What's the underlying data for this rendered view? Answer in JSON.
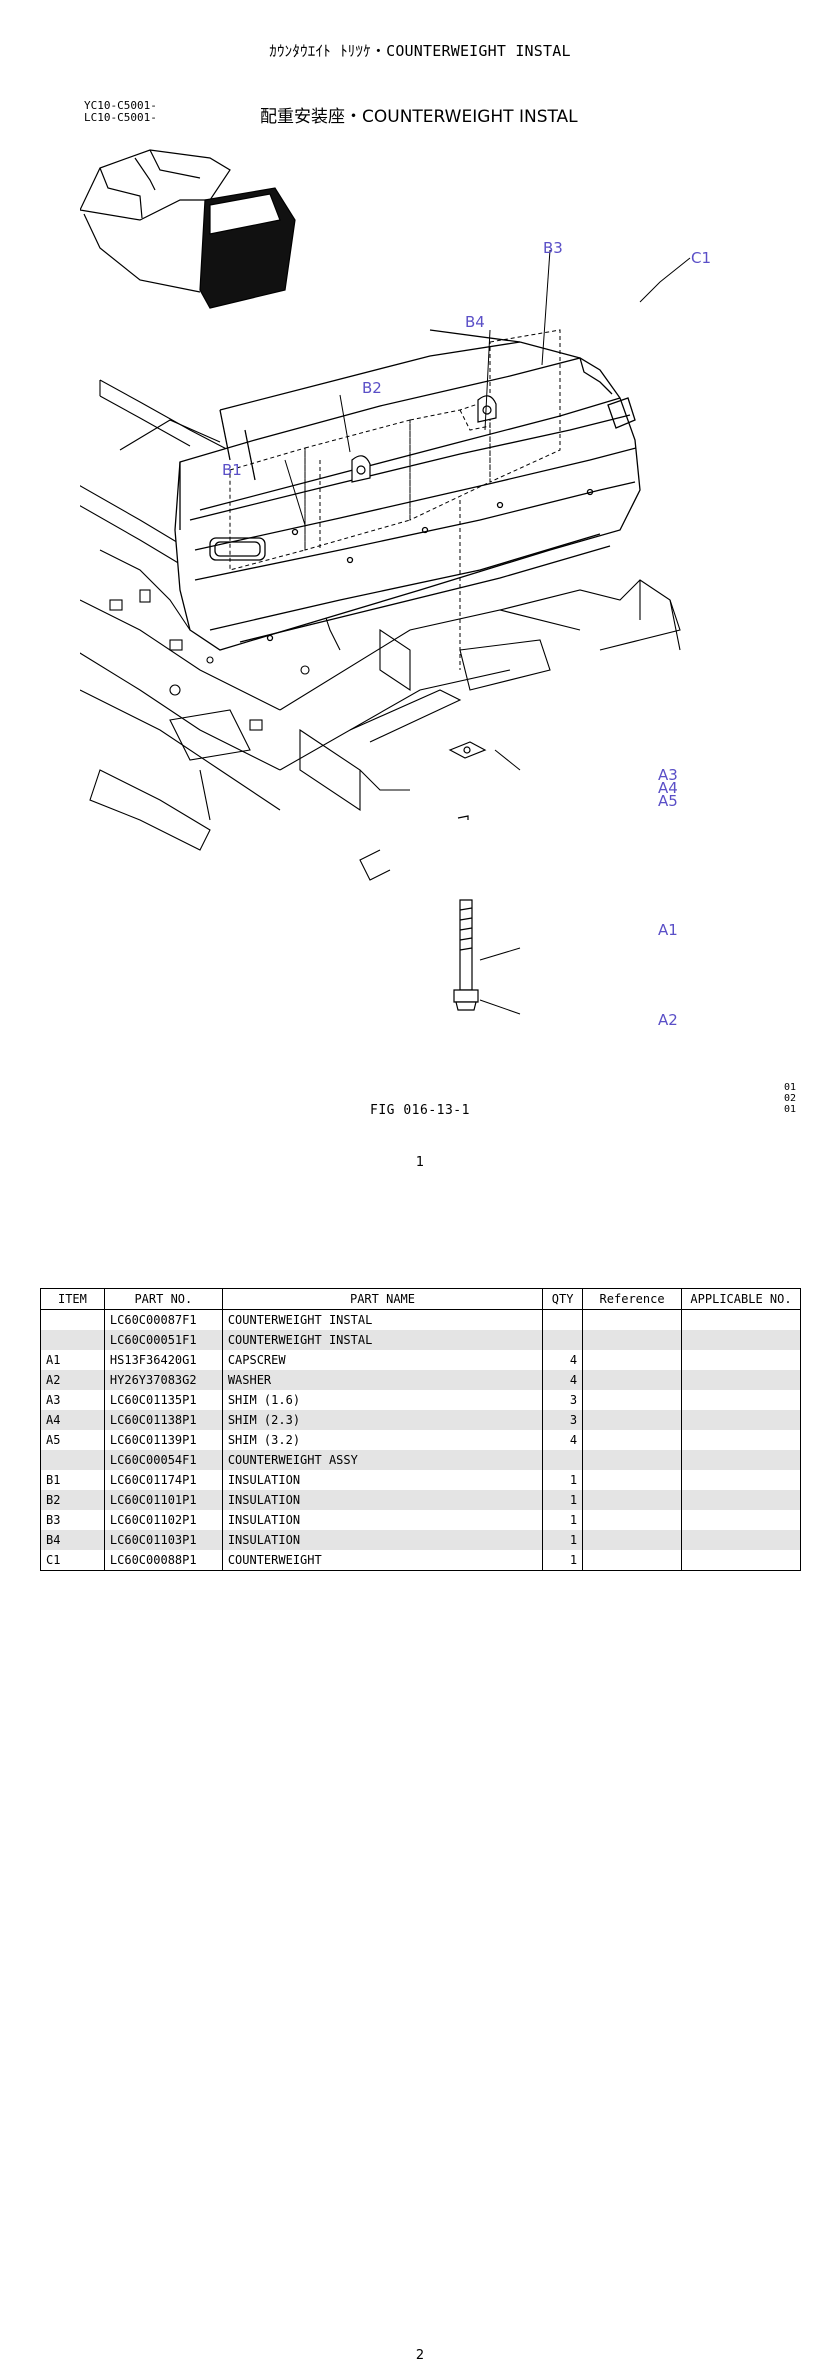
{
  "header": {
    "title": "ｶｳﾝﾀｳｴｲﾄ ﾄﾘﾂｹ・COUNTERWEIGHT INSTAL",
    "model_codes": [
      "YC10-C5001-",
      "LC10-C5001-"
    ],
    "figure_title": "配重安装座・COUNTERWEIGHT INSTAL"
  },
  "diagram": {
    "callouts": [
      "B3",
      "C1",
      "B4",
      "B2",
      "B1",
      "A3",
      "A4",
      "A5",
      "A1",
      "A2"
    ]
  },
  "figure_number": "FIG 016-13-1",
  "revision_codes": [
    "01",
    "02",
    "01"
  ],
  "page_numbers": {
    "first": "1",
    "second": "2"
  },
  "table": {
    "headers": [
      "ITEM",
      "PART NO.",
      "PART NAME",
      "QTY",
      "Reference",
      "APPLICABLE NO."
    ],
    "rows": [
      {
        "item": "",
        "part_no": "LC60C00087F1",
        "name": "COUNTERWEIGHT INSTAL",
        "qty": "",
        "ref": "",
        "applicable": ""
      },
      {
        "item": "",
        "part_no": "LC60C00051F1",
        "name": "COUNTERWEIGHT INSTAL",
        "qty": "",
        "ref": "",
        "applicable": ""
      },
      {
        "item": "A1",
        "part_no": "HS13F36420G1",
        "name": "CAPSCREW",
        "qty": "4",
        "ref": "",
        "applicable": ""
      },
      {
        "item": "A2",
        "part_no": "HY26Y37083G2",
        "name": "WASHER",
        "qty": "4",
        "ref": "",
        "applicable": ""
      },
      {
        "item": "A3",
        "part_no": "LC60C01135P1",
        "name": "SHIM (1.6)",
        "qty": "3",
        "ref": "",
        "applicable": ""
      },
      {
        "item": "A4",
        "part_no": "LC60C01138P1",
        "name": "SHIM (2.3)",
        "qty": "3",
        "ref": "",
        "applicable": ""
      },
      {
        "item": "A5",
        "part_no": "LC60C01139P1",
        "name": "SHIM (3.2)",
        "qty": "4",
        "ref": "",
        "applicable": ""
      },
      {
        "item": "",
        "part_no": "LC60C00054F1",
        "name": "COUNTERWEIGHT ASSY",
        "qty": "",
        "ref": "",
        "applicable": ""
      },
      {
        "item": "B1",
        "part_no": "LC60C01174P1",
        "name": " INSULATION",
        "qty": "1",
        "ref": "",
        "applicable": ""
      },
      {
        "item": "B2",
        "part_no": "LC60C01101P1",
        "name": " INSULATION",
        "qty": "1",
        "ref": "",
        "applicable": ""
      },
      {
        "item": "B3",
        "part_no": "LC60C01102P1",
        "name": " INSULATION",
        "qty": "1",
        "ref": "",
        "applicable": ""
      },
      {
        "item": "B4",
        "part_no": "LC60C01103P1",
        "name": " INSULATION",
        "qty": "1",
        "ref": "",
        "applicable": ""
      },
      {
        "item": "C1",
        "part_no": "LC60C00088P1",
        "name": "COUNTERWEIGHT",
        "qty": "1",
        "ref": "",
        "applicable": ""
      }
    ]
  }
}
